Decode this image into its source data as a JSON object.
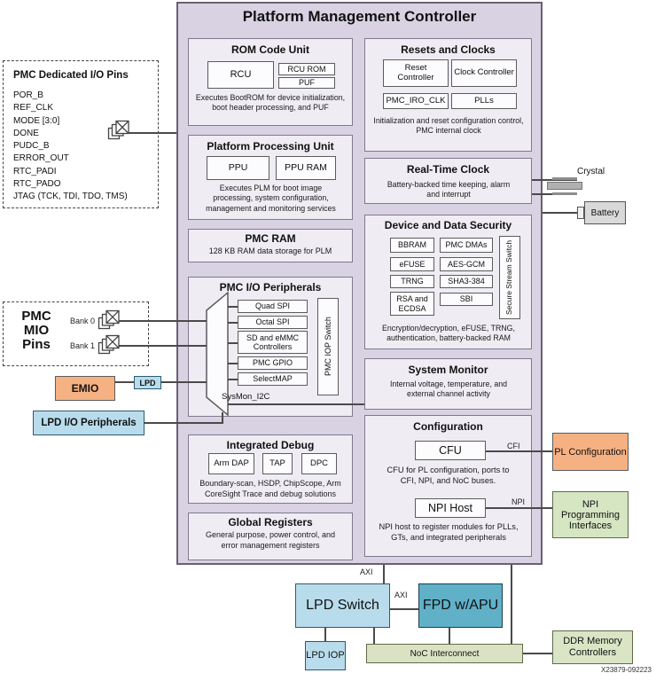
{
  "title": "Platform Management Controller",
  "figure_id": "X23879-092223",
  "colors": {
    "pmc_fill": "#d8d2e2",
    "pmc_border": "#696075",
    "section_fill": "#efecf4",
    "orange": "#f6b182",
    "light_blue": "#b9dcec",
    "teal_blue": "#60b0c8",
    "light_green": "#d6e5c2",
    "olive_green": "#dbe2c3",
    "battery_gray": "#d9d9d9"
  },
  "left": {
    "dedicated_pins": {
      "title": "PMC Dedicated I/O Pins",
      "pins": [
        "POR_B",
        "REF_CLK",
        "MODE [3:0]",
        "DONE",
        "PUDC_B",
        "ERROR_OUT",
        "RTC_PADI",
        "RTC_PADO",
        "JTAG (TCK, TDI, TDO, TMS)"
      ]
    },
    "mio": {
      "title": "PMC MIO Pins",
      "bank0": "Bank 0",
      "bank1": "Bank 1"
    },
    "emio": "EMIO",
    "lpd_badge": "LPD",
    "lpd_io": "LPD I/O Peripherals"
  },
  "pmc": {
    "rom": {
      "title": "ROM Code Unit",
      "rcu": "RCU",
      "rcu_rom": "RCU ROM",
      "puf": "PUF",
      "desc": "Executes BootROM for device initialization, boot header processing, and PUF"
    },
    "resets": {
      "title": "Resets and Clocks",
      "reset_ctrl": "Reset Controller",
      "clock_ctrl": "Clock Controller",
      "iro_clk": "PMC_IRO_CLK",
      "plls": "PLLs",
      "desc": "Initialization and reset configuration control, PMC internal clock"
    },
    "ppu": {
      "title": "Platform Processing Unit",
      "ppu": "PPU",
      "ppu_ram": "PPU RAM",
      "desc": "Executes PLM for boot image processing, system configuration, management and monitoring services"
    },
    "pmc_ram": {
      "title": "PMC RAM",
      "desc": "128 KB RAM data storage for PLM"
    },
    "rtc": {
      "title": "Real-Time Clock",
      "desc": "Battery-backed time keeping, alarm and interrupt"
    },
    "io_periph": {
      "title": "PMC I/O Peripherals",
      "quad_spi": "Quad SPI",
      "octal_spi": "Octal SPI",
      "sd_emmc": "SD and eMMC Controllers",
      "pmc_gpio": "PMC GPIO",
      "selectmap": "SelectMAP",
      "iop_switch": "PMC IOP Switch",
      "sysmon_i2c": "SysMon_I2C"
    },
    "security": {
      "title": "Device and Data Security",
      "bbram": "BBRAM",
      "dmas": "PMC DMAs",
      "efuse": "eFUSE",
      "aes": "AES-GCM",
      "trng": "TRNG",
      "sha": "SHA3-384",
      "rsa": "RSA and ECDSA",
      "sbi": "SBI",
      "sss": "Secure Stream Switch",
      "desc": "Encryption/decryption, eFUSE, TRNG, authentication, battery-backed RAM"
    },
    "sysmon": {
      "title": "System Monitor",
      "desc": "Internal voltage, temperature, and external channel activity"
    },
    "debug": {
      "title": "Integrated Debug",
      "arm_dap": "Arm DAP",
      "tap": "TAP",
      "dpc": "DPC",
      "desc": "Boundary-scan, HSDP, ChipScope, Arm CoreSight Trace and debug solutions"
    },
    "global_regs": {
      "title": "Global Registers",
      "desc": "General purpose, power control, and error management registers"
    },
    "config": {
      "title": "Configuration",
      "cfu": "CFU",
      "cfi": "CFI",
      "cfu_desc": "CFU for PL configuration, ports to CFI, NPI, and NoC buses.",
      "npi_host": "NPI Host",
      "npi": "NPI",
      "npi_desc": "NPI host to register modules for PLLs, GTs, and integrated peripherals"
    }
  },
  "right": {
    "crystal": "Crystal",
    "battery": "Battery",
    "pl_config": "PL Configuration",
    "npi_prog": "NPI Programming Interfaces"
  },
  "bottom": {
    "axi1": "AXI",
    "axi2": "AXI",
    "lpd_switch": "LPD Switch",
    "fpd": "FPD w/APU",
    "lpd_iop": "LPD IOP",
    "noc": "NoC Interconnect",
    "ddr": "DDR Memory Controllers"
  }
}
